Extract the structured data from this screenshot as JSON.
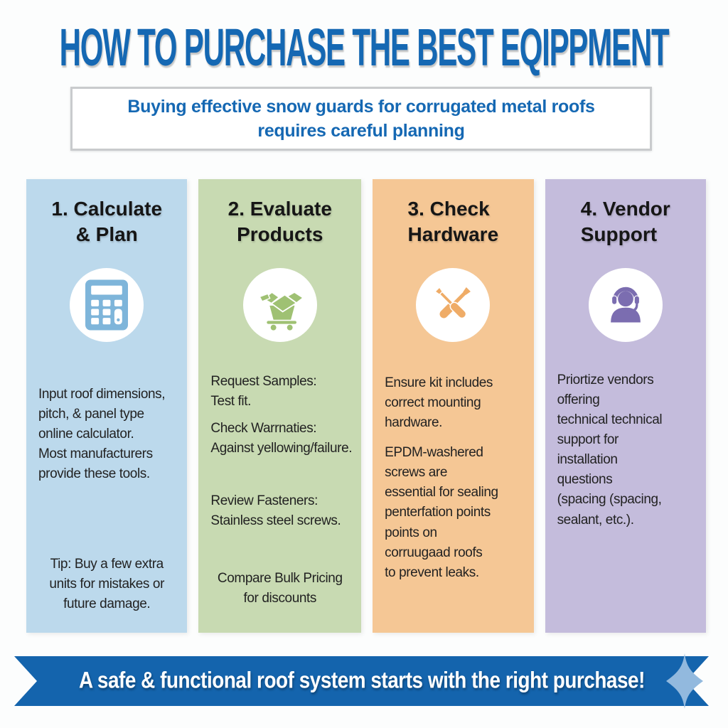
{
  "header": {
    "title": "HOW TO PURCHASE THE BEST EQIPPMENT"
  },
  "subtitle": {
    "text": "Buying effective snow guards for corrugated metal roofs\nrequires careful planning"
  },
  "columns": [
    {
      "title": "1. Calculate\n& Plan",
      "icon": "calculator-icon",
      "bg": "#bcd9ec",
      "accent": "#7eb5da",
      "blocks": [
        "Input roof dimensions,\npitch, & panel type\nonline calculator.\nMost manufacturers\nprovide these tools."
      ],
      "note": "Tip: Buy a few extra\nunits for mistakes or\nfuture damage."
    },
    {
      "title": "2. Evaluate\nProducts",
      "icon": "cart-box-icon",
      "bg": "#c8dab2",
      "accent": "#9fc173",
      "blocks": [
        "Request Samples:\nTest fit.",
        "Check Warrnaties:\nAgainst yellowing/failure.",
        "Review Fasteners:\nStainless steel screws."
      ],
      "note": "Compare Bulk Pricing\nfor discounts"
    },
    {
      "title": "3. Check\nHardware",
      "icon": "screwdrivers-icon",
      "bg": "#f5c795",
      "accent": "#efac67",
      "blocks": [
        "Ensure kit includes\ncorrect mounting\nhardware.",
        "EPDM-washered\nscrews are\nessential for sealing\npenterfation points\npoints on\ncorruugaad roofs\nto prevent leaks."
      ]
    },
    {
      "title": "4. Vendor\nSupport",
      "icon": "support-agent-icon",
      "bg": "#c4bcdc",
      "accent": "#7b6db0",
      "blocks": [
        "Priortize vendors\noffering\ntechnical technical\nsupport for\ninstallation\nquestions\n(spacing (spacing,\nsealant, etc.)."
      ]
    }
  ],
  "banner": {
    "text": "A safe & functional roof system starts with the right purchase!"
  },
  "colors": {
    "title_blue": "#1568b3",
    "banner_blue": "#1464ad",
    "sparkle_blue": "#92b9de",
    "subtitle_border": "#c9cbcd"
  }
}
